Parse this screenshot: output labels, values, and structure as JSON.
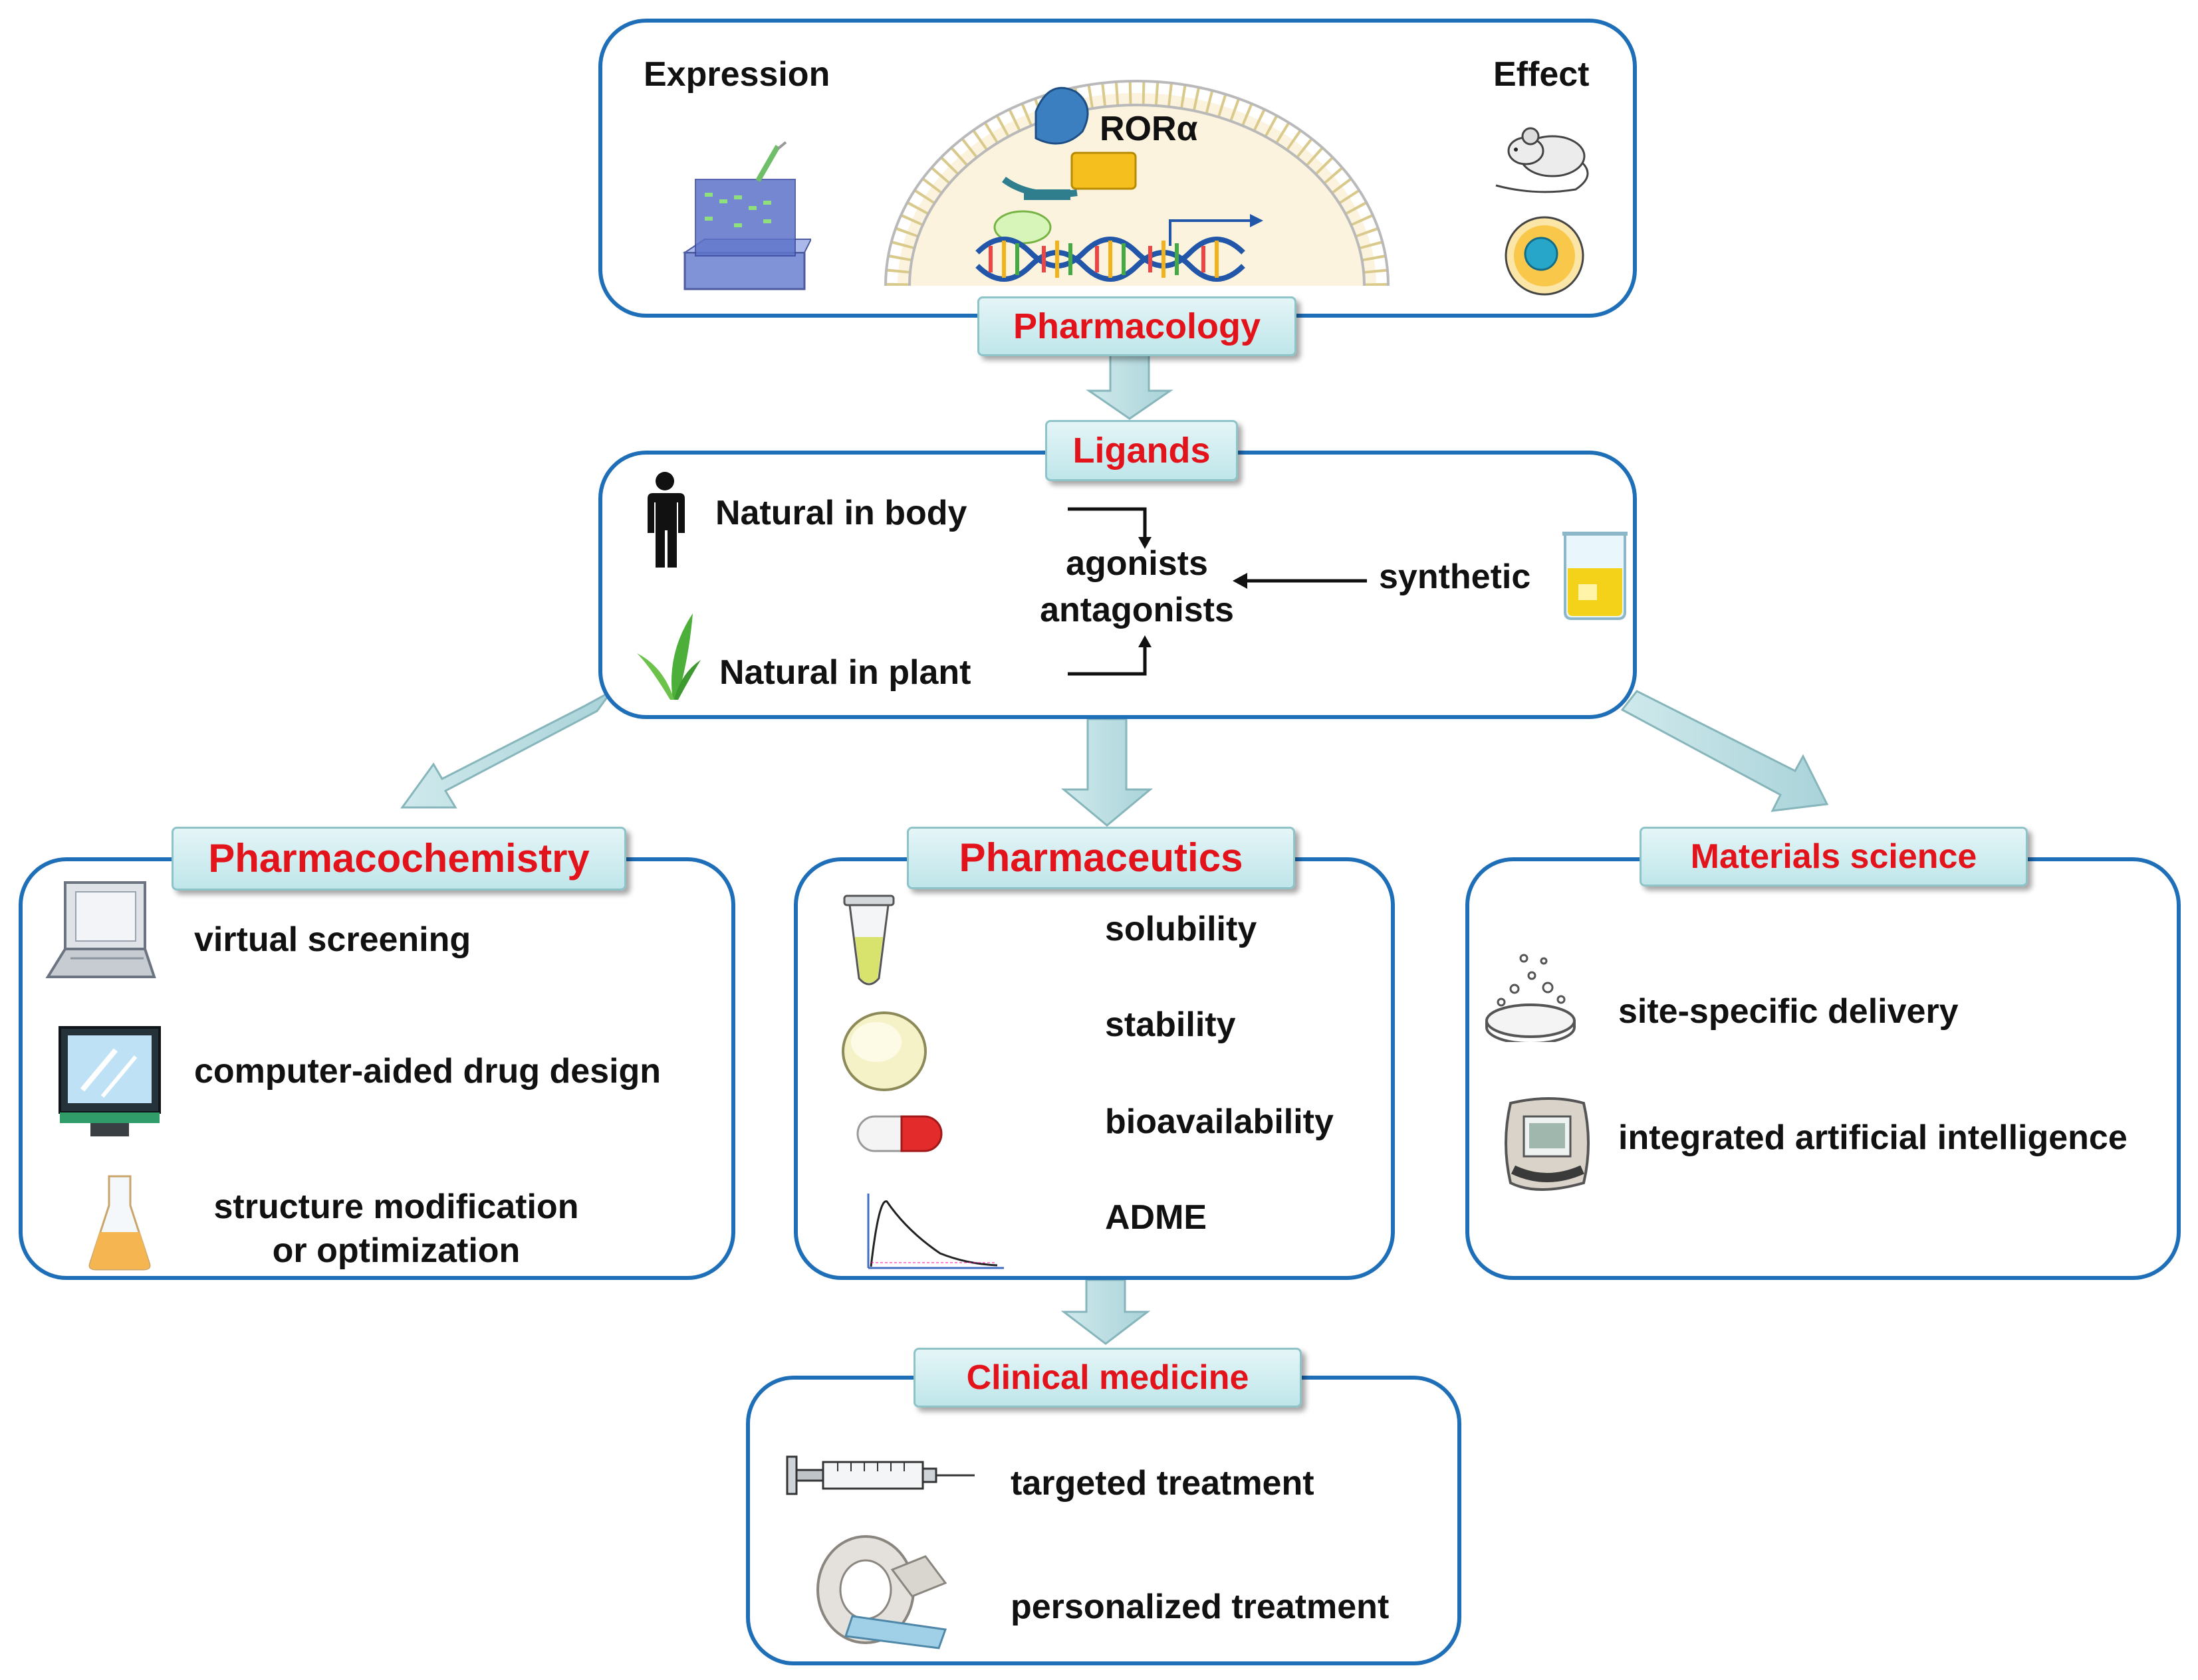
{
  "pharmacology": {
    "title": "Pharmacology",
    "expression_label": "Expression",
    "effect_label": "Effect",
    "receptor_label": "RORα"
  },
  "ligands": {
    "title": "Ligands",
    "natural_body": "Natural in body",
    "natural_plant": "Natural in plant",
    "agonists": "agonists",
    "antagonists": "antagonists",
    "synthetic": "synthetic"
  },
  "pharmacochemistry": {
    "title": "Pharmacochemistry",
    "items": [
      "virtual screening",
      "computer-aided drug design",
      "structure modification",
      "or optimization"
    ]
  },
  "pharmaceutics": {
    "title": "Pharmaceutics",
    "items": [
      "solubility",
      "stability",
      "bioavailability",
      "ADME"
    ]
  },
  "materials": {
    "title": "Materials science",
    "items": [
      "site-specific delivery",
      "integrated artificial intelligence"
    ]
  },
  "clinical": {
    "title": "Clinical medicine",
    "items": [
      "targeted treatment",
      "personalized treatment"
    ]
  },
  "colors": {
    "panel_border": "#1f6fb8",
    "title_red": "#e3131b",
    "arrow_fill": "#b9dde2"
  }
}
